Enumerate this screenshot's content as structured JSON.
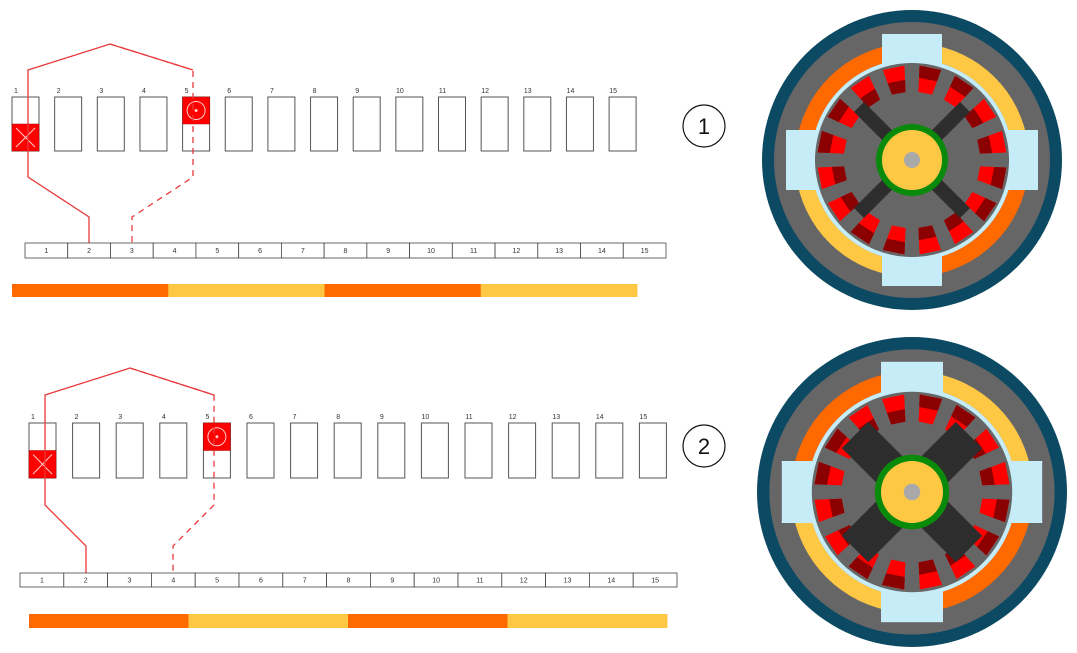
{
  "colors": {
    "coil_red": "#ff0000",
    "coil_dark": "#8b0000",
    "wire": "#e83a3a",
    "orange": "#ff6a00",
    "yellow": "#ffc844",
    "housing": "#0b4a62",
    "iron": "#666666",
    "pole": "#c6ecf7",
    "arm": "#2d2d2d",
    "shaft_ring": "#0a8a0a",
    "shaft": "#ffc844",
    "axle": "#a9a9a9"
  },
  "panels": [
    {
      "label": "1",
      "slot_numbers": [
        "1",
        "2",
        "3",
        "4",
        "5",
        "6",
        "7",
        "8",
        "9",
        "10",
        "11",
        "12",
        "13",
        "14",
        "15"
      ],
      "commutator_numbers": [
        "1",
        "2",
        "3",
        "4",
        "5",
        "6",
        "7",
        "8",
        "9",
        "10",
        "11",
        "12",
        "13",
        "14",
        "15"
      ],
      "current_into_slot": "1",
      "current_out_of_slot": "5",
      "brush_segments": [
        "2",
        "3"
      ],
      "bar_colors": [
        "#ff6a00",
        "#ffc844",
        "#ff6a00",
        "#ffc844"
      ],
      "rotor_arm": "thin"
    },
    {
      "label": "2",
      "slot_numbers": [
        "1",
        "2",
        "3",
        "4",
        "5",
        "6",
        "7",
        "8",
        "9",
        "10",
        "11",
        "12",
        "13",
        "14",
        "15"
      ],
      "commutator_numbers": [
        "1",
        "2",
        "3",
        "4",
        "5",
        "6",
        "7",
        "8",
        "9",
        "10",
        "11",
        "12",
        "13",
        "14",
        "15"
      ],
      "current_into_slot": "1",
      "current_out_of_slot": "5",
      "brush_segments": [
        "2",
        "4"
      ],
      "bar_colors": [
        "#ff6a00",
        "#ffc844",
        "#ff6a00",
        "#ffc844"
      ],
      "rotor_arm": "wide"
    }
  ]
}
